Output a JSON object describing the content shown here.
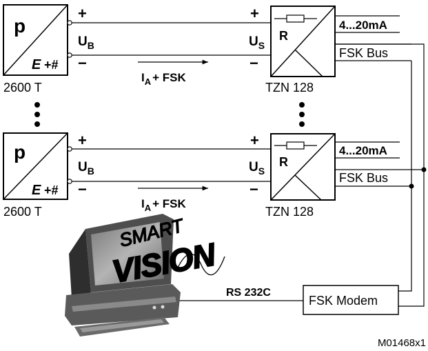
{
  "colors": {
    "line": "#000000",
    "background": "#ffffff",
    "screen": "#9a9a9a",
    "screen_dark": "#6e6e6e",
    "logo_fill": "#bdbdbd"
  },
  "transmitter_top": {
    "p": "p",
    "e": "E",
    "plus_hash": "+#",
    "label": "2600 T"
  },
  "transmitter_bottom": {
    "p": "p",
    "e": "E",
    "plus_hash": "+#",
    "label": "2600 T"
  },
  "loop_top": {
    "plus_left": "+",
    "minus_left": "−",
    "ub_main": "U",
    "ub_sub": "B",
    "us_main": "U",
    "us_sub": "S",
    "plus_right": "+",
    "minus_right": "−",
    "current_main": "I",
    "current_sub": "A",
    "current_rest": "+ FSK"
  },
  "loop_bottom": {
    "plus_left": "+",
    "minus_left": "−",
    "ub_main": "U",
    "ub_sub": "B",
    "us_main": "U",
    "us_sub": "S",
    "plus_right": "+",
    "minus_right": "−",
    "current_main": "I",
    "current_sub": "A",
    "current_rest": "+ FSK"
  },
  "tzn_top": {
    "r": "R",
    "label": "TZN 128",
    "output": "4...20mA",
    "bus": "FSK Bus"
  },
  "tzn_bottom": {
    "r": "R",
    "label": "TZN 128",
    "output": "4...20mA",
    "bus": "FSK Bus"
  },
  "pc": {
    "logo_top": "SMART",
    "logo_bottom": "VISION",
    "link": "RS 232C"
  },
  "modem": {
    "label": "FSK Modem"
  },
  "figure_id": "M01468x1"
}
